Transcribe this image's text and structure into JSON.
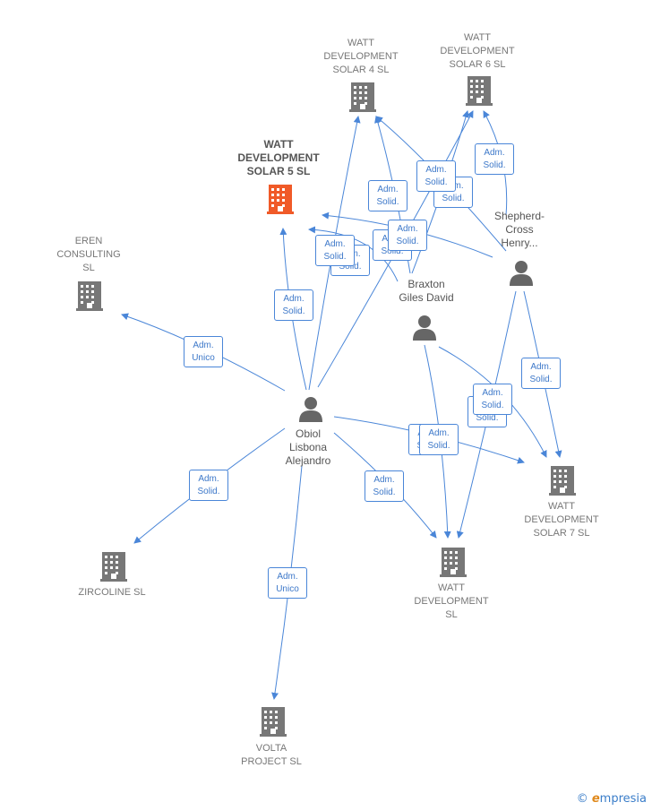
{
  "colors": {
    "edge": "#4a86d8",
    "building": "#777777",
    "building_highlight": "#f05a28",
    "person": "#666666"
  },
  "companies": [
    {
      "id": "solar4",
      "name": "WATT\nDEVELOPMENT\nSOLAR 4  SL",
      "highlight": false
    },
    {
      "id": "solar6",
      "name": "WATT\nDEVELOPMENT\nSOLAR 6  SL",
      "highlight": false
    },
    {
      "id": "solar5",
      "name": "WATT\nDEVELOPMENT\nSOLAR 5  SL",
      "highlight": true
    },
    {
      "id": "eren",
      "name": "EREN\nCONSULTING\nSL",
      "highlight": false
    },
    {
      "id": "zircoline",
      "name": "ZIRCOLINE  SL",
      "highlight": false
    },
    {
      "id": "volta",
      "name": "VOLTA\nPROJECT  SL",
      "highlight": false
    },
    {
      "id": "wattdev",
      "name": "WATT\nDEVELOPMENT\nSL",
      "highlight": false
    },
    {
      "id": "solar7",
      "name": "WATT\nDEVELOPMENT\nSOLAR 7  SL",
      "highlight": false
    }
  ],
  "people": [
    {
      "id": "obiol",
      "name": "Obiol\nLisbona\nAlejandro"
    },
    {
      "id": "braxton",
      "name": "Braxton\nGiles David"
    },
    {
      "id": "shepherd",
      "name": "Shepherd-\nCross\nHenry..."
    }
  ],
  "relations": [
    {
      "from": "obiol",
      "to": "eren",
      "label": "Adm.\nUnico"
    },
    {
      "from": "obiol",
      "to": "zircoline",
      "label": "Adm.\nSolid."
    },
    {
      "from": "obiol",
      "to": "volta",
      "label": "Adm.\nUnico"
    },
    {
      "from": "obiol",
      "to": "solar5",
      "label": "Adm.\nSolid."
    },
    {
      "from": "obiol",
      "to": "solar4",
      "label": "Adm.\nSolid."
    },
    {
      "from": "obiol",
      "to": "solar6",
      "label": "Adm.\nSolid."
    },
    {
      "from": "obiol",
      "to": "wattdev",
      "label": "Adm.\nSolid."
    },
    {
      "from": "obiol",
      "to": "solar7",
      "label": "Adm.\nSolid."
    },
    {
      "from": "braxton",
      "to": "solar4",
      "label": "Adm.\nSolid."
    },
    {
      "from": "braxton",
      "to": "solar6",
      "label": "Adm.\nSolid."
    },
    {
      "from": "braxton",
      "to": "solar5",
      "label": "Adm.\nSolid."
    },
    {
      "from": "braxton",
      "to": "wattdev",
      "label": "Adm.\nSolid."
    },
    {
      "from": "braxton",
      "to": "solar7",
      "label": "Adm.\nSolid."
    },
    {
      "from": "shepherd",
      "to": "solar4",
      "label": "Adm.\nSolid."
    },
    {
      "from": "shepherd",
      "to": "solar6",
      "label": "Adm.\nSolid."
    },
    {
      "from": "shepherd",
      "to": "solar5",
      "label": "Adm.\nSolid."
    },
    {
      "from": "shepherd",
      "to": "wattdev",
      "label": "Adm.\nSolid."
    },
    {
      "from": "shepherd",
      "to": "solar7",
      "label": "Adm.\nSolid."
    }
  ],
  "brand": {
    "symbol": "©",
    "initial": "e",
    "rest": "mpresia"
  }
}
